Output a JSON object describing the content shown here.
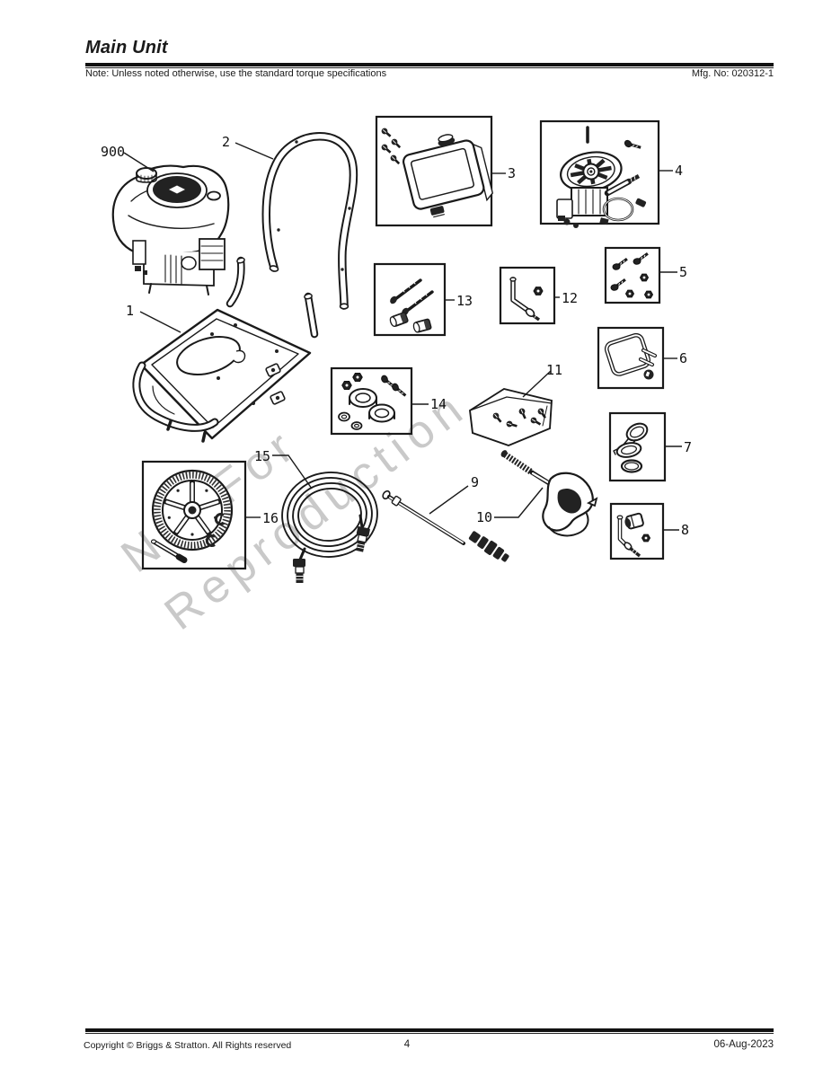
{
  "header": {
    "title": "Main Unit",
    "note": "Note: Unless noted otherwise, use the standard torque specifications",
    "mfg_no": "Mfg. No: 020312-1"
  },
  "footer": {
    "copyright": "Copyright ©  Briggs & Stratton. All Rights reserved",
    "page_number": "4",
    "date": "06-Aug-2023"
  },
  "watermark": {
    "line1": "Not For",
    "line2": "Reproduction",
    "color": "#c9c9c9"
  },
  "colors": {
    "ink": "#1a1a1a",
    "paper": "#ffffff"
  },
  "callouts": {
    "c1": {
      "label": "1"
    },
    "c2": {
      "label": "2"
    },
    "c3": {
      "label": "3"
    },
    "c4": {
      "label": "4"
    },
    "c5": {
      "label": "5"
    },
    "c6": {
      "label": "6"
    },
    "c7": {
      "label": "7"
    },
    "c8": {
      "label": "8"
    },
    "c9": {
      "label": "9"
    },
    "c10": {
      "label": "10"
    },
    "c11": {
      "label": "11"
    },
    "c12": {
      "label": "12"
    },
    "c13": {
      "label": "13"
    },
    "c14": {
      "label": "14"
    },
    "c15": {
      "label": "15"
    },
    "c16": {
      "label": "16"
    },
    "c900": {
      "label": "900"
    }
  }
}
